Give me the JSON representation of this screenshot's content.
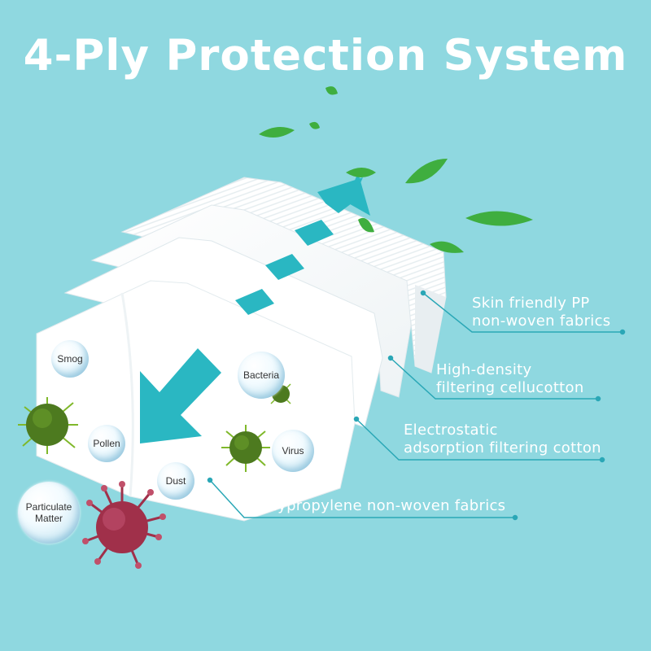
{
  "title": "4-Ply Protection System",
  "layers": [
    {
      "line1": "Skin friendly PP",
      "line2": "non-woven fabrics"
    },
    {
      "line1": "High-density",
      "line2": "filtering cellucotton"
    },
    {
      "line1": "Electrostatic",
      "line2": "adsorption filtering cotton"
    },
    {
      "line1": "Polypropylene non-woven fabrics"
    }
  ],
  "pollutants": {
    "smog": "Smog",
    "bacteria": "Bacteria",
    "pollen": "Pollen",
    "virus": "Virus",
    "dust": "Dust",
    "particulate_line1": "Particulate",
    "particulate_line2": "Matter"
  },
  "colors": {
    "background": "#8fd8e0",
    "arrow": "#2ab7c2",
    "leaf": "#3fae3f",
    "germ_green": "#4d7a1f",
    "germ_red": "#a0304a"
  },
  "icons": [
    "leaf-icon",
    "germ-icon",
    "virus-icon",
    "arrow-icon"
  ]
}
